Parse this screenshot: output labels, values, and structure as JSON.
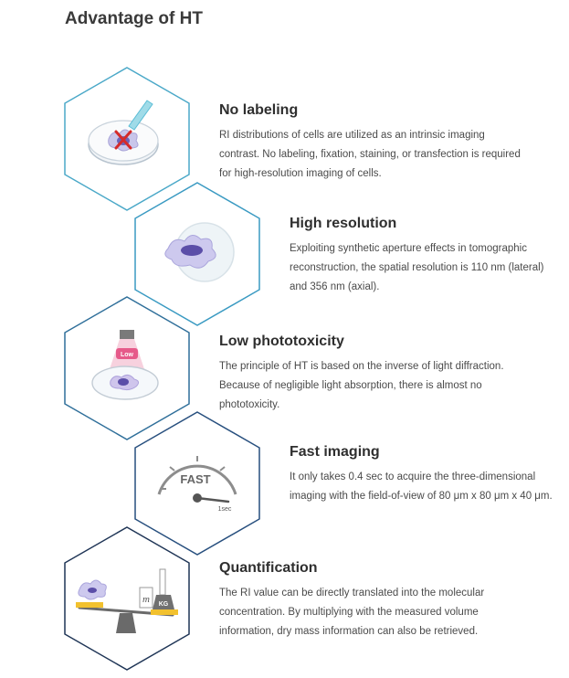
{
  "page": {
    "title": "Advantage of HT"
  },
  "features": [
    {
      "title": "No labeling",
      "description": "RI distributions of cells are utilized as an intrinsic imaging contrast. No labeling, fixation, staining, or transfection is required for high-resolution imaging of cells.",
      "icon": "petri-dish-no-label-icon",
      "border_color": "#4aa8c8"
    },
    {
      "title": "High resolution",
      "description": "Exploiting synthetic aperture effects in tomographic reconstruction, the spatial resolution is 110 nm (lateral) and 356 nm (axial).",
      "icon": "magnified-cell-icon",
      "border_color": "#3a9ac2"
    },
    {
      "title": "Low phototoxicity",
      "description": "The principle of HT is based on the inverse of light diffraction. Because of negligible light absorption, there is almost no phototoxicity.",
      "icon": "low-light-cell-icon",
      "border_color": "#2f6f9a"
    },
    {
      "title": "Fast imaging",
      "description": "It only takes 0.4 sec to acquire the three-dimensional imaging with the field-of-view of 80 μm x 80 μm x 40 μm.",
      "icon": "speedometer-icon",
      "border_color": "#274f7e",
      "gauge_label": "FAST",
      "gauge_unit": "1sec"
    },
    {
      "title": "Quantification",
      "description": "The RI value can be directly translated into the molecular concentration. By multiplying with the measured volume information, dry mass information can also be retrieved.",
      "icon": "balance-scale-icon",
      "border_color": "#1f3556",
      "weight_label": "KG",
      "mass_label": "m"
    }
  ]
}
